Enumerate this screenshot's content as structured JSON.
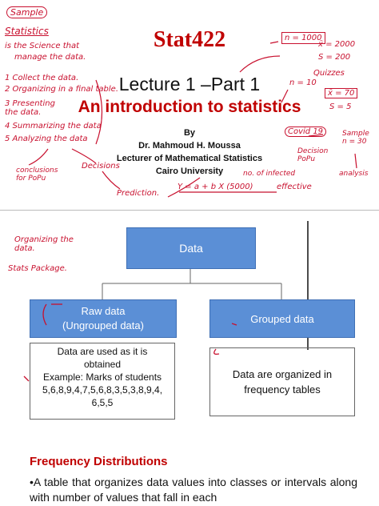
{
  "slide1": {
    "title": "Stat422",
    "lecture": "Lecture 1 –Part 1",
    "subtitle": "An introduction to statistics",
    "by": "By",
    "author": "Dr. Mahmoud H. Moussa",
    "role": "Lecturer of Mathematical Statistics",
    "university": "Cairo University"
  },
  "annotations_slide1": {
    "sample_tag": "Sample",
    "statistics_heading": "Statistics",
    "statistics_def_1": "is the Science that",
    "statistics_def_2": "manage the data.",
    "step1": "1 Collect the data.",
    "step2": "2 Organizing in a final table.",
    "step3": "3 Presenting the data.",
    "step4": "4 Summarizing the data",
    "step5": "5 Analyzing the data",
    "conclusions": "conclusions for PoPu",
    "decisions": "Decisions",
    "prediction": "Prediction.",
    "n_1000": "n = 1000",
    "xbar_2000": "x̄ = 2000",
    "s_200": "S = 200",
    "n_10": "n = 10",
    "xbar_70": "x̄ = 70",
    "s_5": "S = 5",
    "quizzes": "Quizzes",
    "covid": "Covid 19",
    "sample_n30": "Sample n = 30",
    "decision_popu": "Decision PoPu",
    "analysis": "analysis",
    "infected": "no. of infected",
    "formula": "Y = a + b X (5000)",
    "effective": "effective"
  },
  "slide2": {
    "data_label": "Data",
    "raw_title": "Raw data",
    "raw_sub": "(Ungrouped data)",
    "grouped_title": "Grouped data",
    "raw_desc_1": "Data are used as it is",
    "raw_desc_2": "obtained",
    "raw_desc_3": "Example: Marks of students",
    "raw_desc_4": "5,6,8,9,4,7,5,6,8,3,5,3,8,9,4,",
    "raw_desc_5": "6,5,5",
    "grouped_desc_1": "Data are organized in",
    "grouped_desc_2": "frequency tables",
    "heading": "Frequency Distributions",
    "bullet": "•A table that organizes data values into classes or intervals along with number of values that fall in each"
  },
  "annotations_slide2": {
    "organizing": "Organizing the data.",
    "stats_package": "Stats Package."
  },
  "colors": {
    "ink_red": "#c8102e",
    "title_red": "#c00000",
    "box_blue": "#5b8fd6"
  }
}
